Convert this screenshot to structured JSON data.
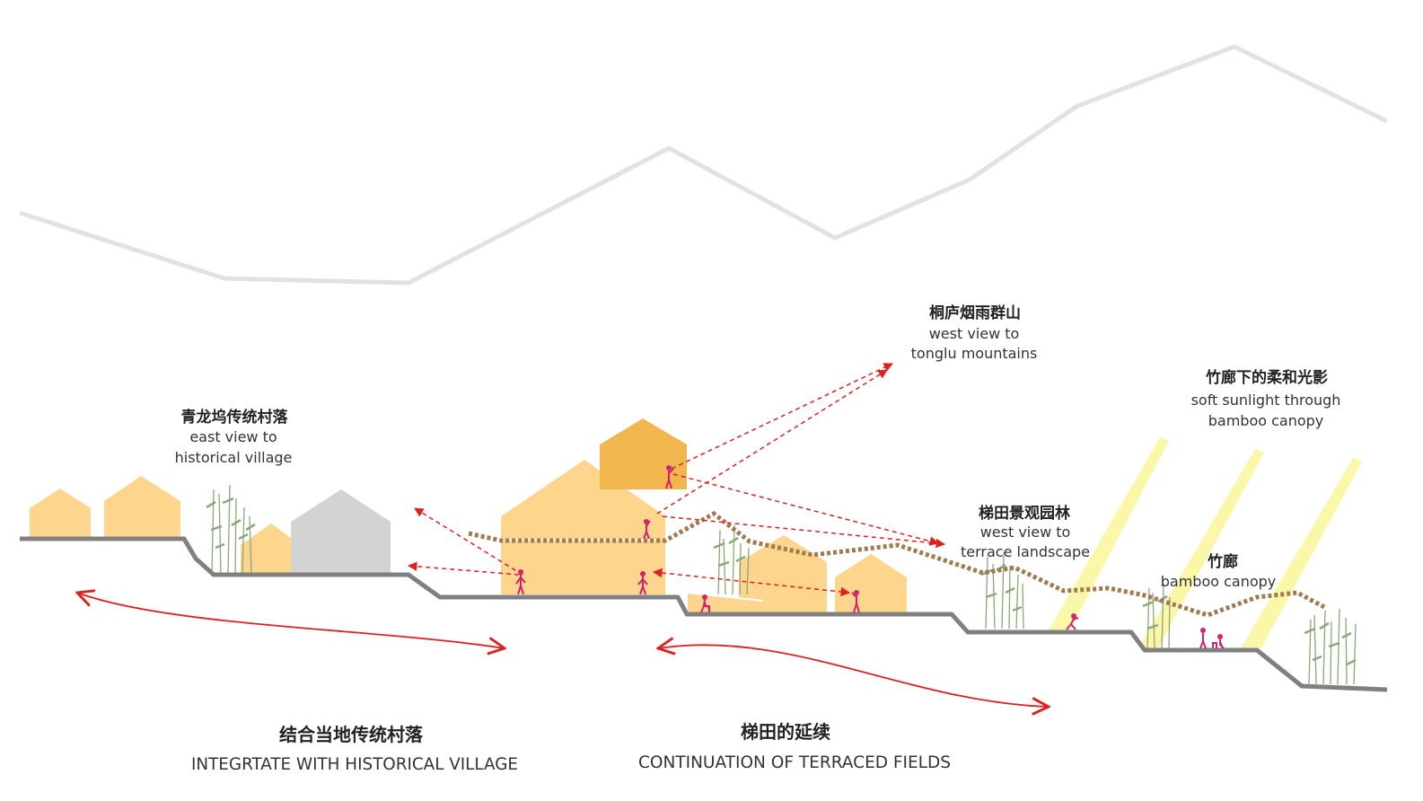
{
  "labels": {
    "village": {
      "cn": "青龙坞传统村落",
      "en1": "east view to",
      "en2": "historical village"
    },
    "mountains": {
      "cn": "桐庐烟雨群山",
      "en1": "west view to",
      "en2": "tonglu  mountains"
    },
    "sunlight": {
      "cn": "竹廊下的柔和光影",
      "en1": "soft sunlight through",
      "en2": "bamboo canopy"
    },
    "terrace": {
      "cn": "梯田景观园林",
      "en1": "west view to",
      "en2": "terrace landscape"
    },
    "canopy": {
      "cn": "竹廊",
      "en1": "bamboo canopy"
    }
  },
  "captions": {
    "left": {
      "cn": "结合当地传统村落",
      "en": "INTEGRTATE WITH HISTORICAL VILLAGE"
    },
    "right": {
      "cn": "梯田的延续",
      "en": "CONTINUATION OF TERRACED FIELDS"
    }
  },
  "colors": {
    "mountain_line": "#e2e2e2",
    "ground": "#808080",
    "house_light": "#fdd58d",
    "house_dark": "#f2b64f",
    "house_grey": "#d3d3d3",
    "person": "#d02470",
    "sight_line": "#e02020",
    "terrace_dots": "#a07a50",
    "sunbeam": "#f8f060",
    "bamboo": "#8aa878"
  }
}
